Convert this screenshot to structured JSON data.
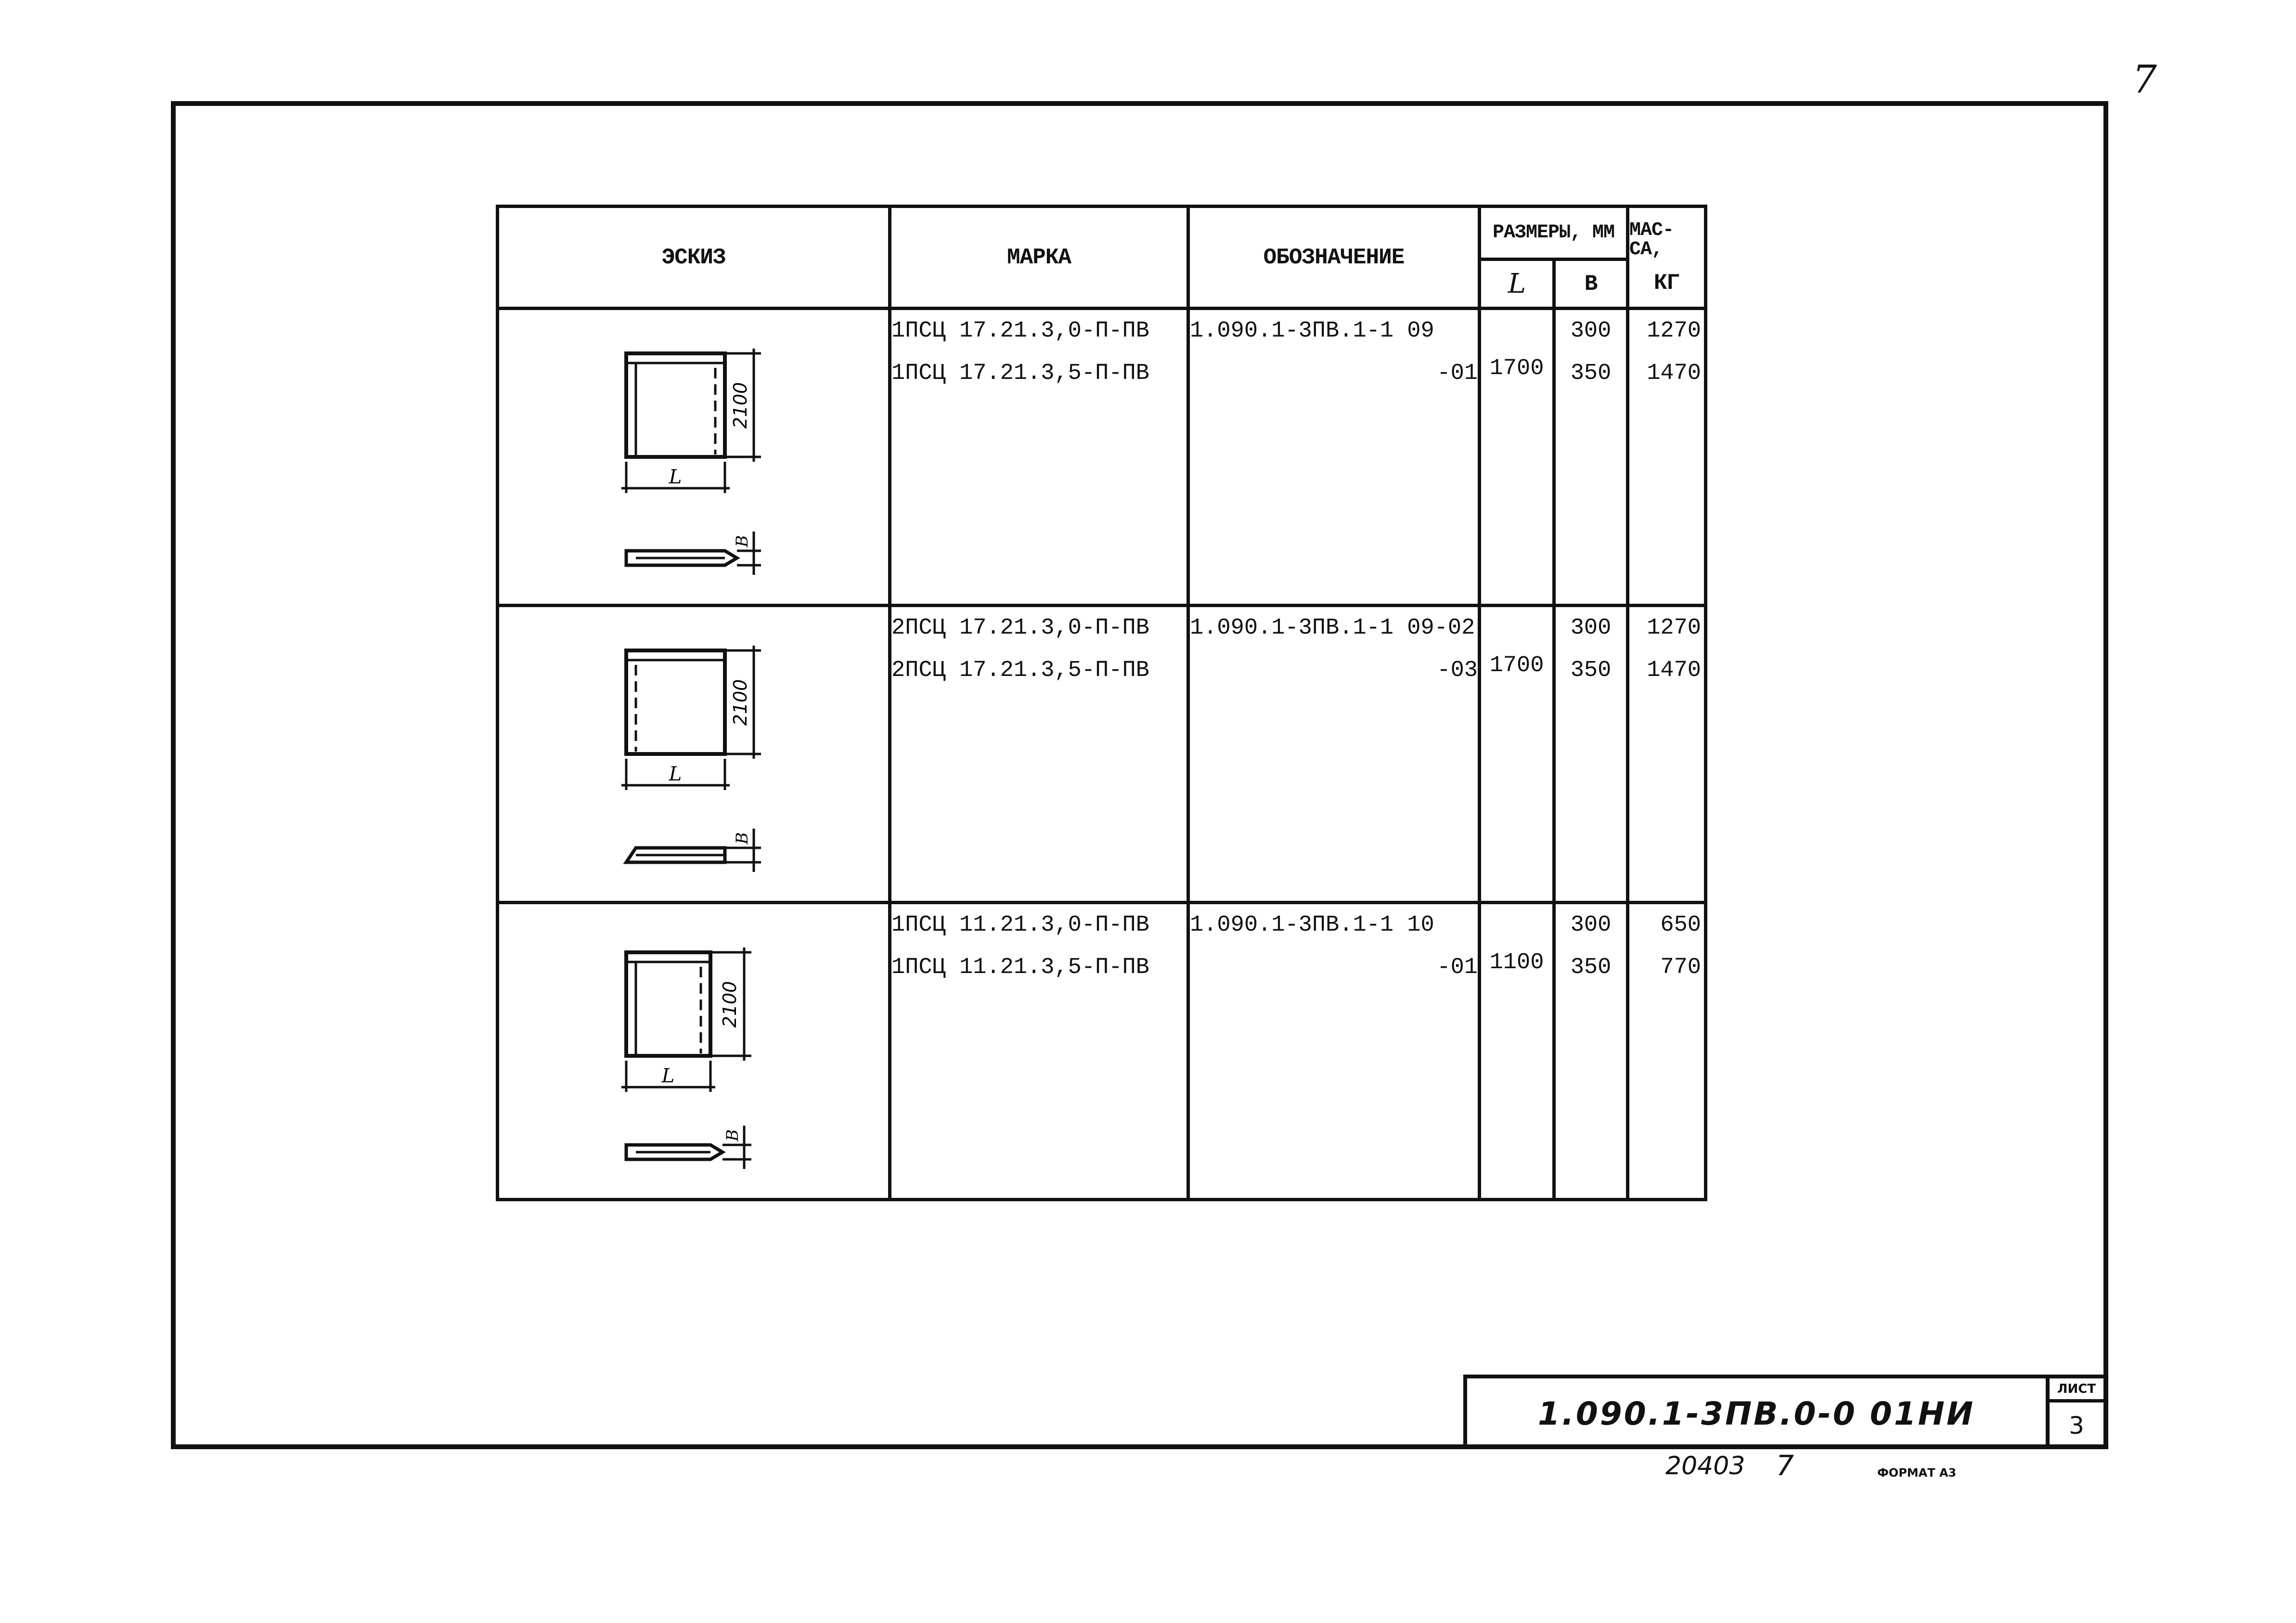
{
  "corner_mark": "7",
  "table": {
    "headers": {
      "sketch": "ЭСКИЗ",
      "marka": "МАРКА",
      "designation": "ОБОЗНАЧЕНИЕ",
      "sizes": "РАЗМЕРЫ, ММ",
      "size_l": "L",
      "size_b": "B",
      "mass_1": "МАС-",
      "mass_2": "СА,",
      "mass_unit": "КГ"
    },
    "rows": [
      {
        "sketch": {
          "dim_h": "2100",
          "dim_l": "L",
          "dim_b": "B"
        },
        "marka": [
          "1ПСЦ 17.21.3,0-П-ПВ",
          "1ПСЦ 17.21.3,5-П-ПВ"
        ],
        "designation": [
          "1.090.1-3ПВ.1-1 09",
          "-01"
        ],
        "l": "1700",
        "b": [
          "300",
          "350"
        ],
        "mass": [
          "1270",
          "1470"
        ]
      },
      {
        "sketch": {
          "dim_h": "2100",
          "dim_l": "L",
          "dim_b": "B"
        },
        "marka": [
          "2ПСЦ 17.21.3,0-П-ПВ",
          "2ПСЦ 17.21.3,5-П-ПВ"
        ],
        "designation": [
          "1.090.1-3ПВ.1-1 09-02",
          "-03"
        ],
        "l": "1700",
        "b": [
          "300",
          "350"
        ],
        "mass": [
          "1270",
          "1470"
        ]
      },
      {
        "sketch": {
          "dim_h": "2100",
          "dim_l": "L",
          "dim_b": "B"
        },
        "marka": [
          "1ПСЦ 11.21.3,0-П-ПВ",
          "1ПСЦ 11.21.3,5-П-ПВ"
        ],
        "designation": [
          "1.090.1-3ПВ.1-1 10",
          "-01"
        ],
        "l": "1100",
        "b": [
          "300",
          "350"
        ],
        "mass": [
          "650",
          "770"
        ]
      }
    ]
  },
  "stamp": {
    "code": "1.090.1-3ПВ.0-0  01НИ",
    "sheet_label": "ЛИСТ",
    "sheet_number": "3"
  },
  "footer": {
    "inventory": "20403",
    "page": "7",
    "format": "ФОРМАТ А3"
  }
}
